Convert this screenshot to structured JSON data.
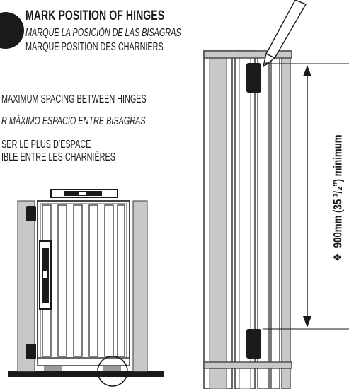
{
  "header": {
    "title": "MARK POSITION OF HINGES",
    "title_es": "MARQUE LA POSICIÓN DE LAS BISAGRAS",
    "title_fr": "MARQUE POSITION DES CHARNIERS"
  },
  "tip": {
    "en": "MAXIMUM SPACING BETWEEN  HINGES",
    "es": "R MÁXIMO ESPACIO ENTRE BISAGRAS",
    "fr_line1": "SER LE PLUS D’ESPACE",
    "fr_line2": "IBLE ENTRE LES CHARNIÈRES"
  },
  "dimension": {
    "marker": "❖",
    "label": "900mm (35 ¹/₂”) minimum"
  },
  "colors": {
    "ink": "#1a1a1a",
    "frame_fill": "#c8c8c8",
    "frame_stroke": "#555555",
    "hinge": "#1a1a1a",
    "floor": "#1a1a1a"
  },
  "icons": [
    "step-badge-icon",
    "pencil-icon",
    "spirit-level-icon",
    "hinge-icon",
    "zoom-circle-icon"
  ]
}
